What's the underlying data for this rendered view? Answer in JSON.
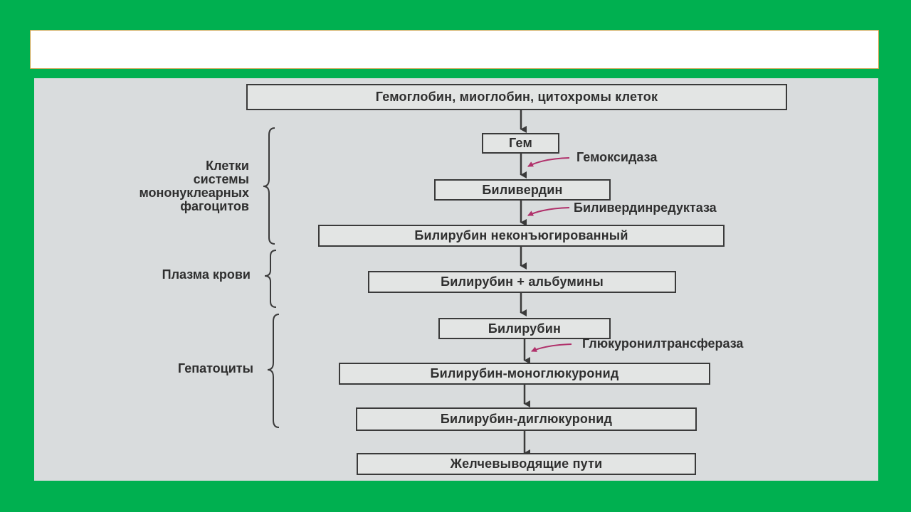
{
  "colors": {
    "background": "#00b050",
    "enzyme_arrow": "#b0306a",
    "box_border": "#3a3a3a"
  },
  "diagram": {
    "nodes": [
      "Гемоглобин, миоглобин, цитохромы клеток",
      "Гем",
      "Биливердин",
      "Билирубин неконъюгированный",
      "Билирубин + альбумины",
      "Билирубин",
      "Билирубин-моноглюкуронид",
      "Билирубин-диглюкуронид",
      "Желчевыводящие пути"
    ],
    "enzymes": [
      "Гемоксидаза",
      "Биливердинредуктаза",
      "Глюкуронилтрансфераза"
    ],
    "regions": [
      {
        "lines": [
          "Клетки",
          "системы",
          "мононуклеарных",
          "фагоцитов"
        ]
      },
      {
        "lines": [
          "Плазма крови"
        ]
      },
      {
        "lines": [
          "Гепатоциты"
        ]
      }
    ]
  }
}
